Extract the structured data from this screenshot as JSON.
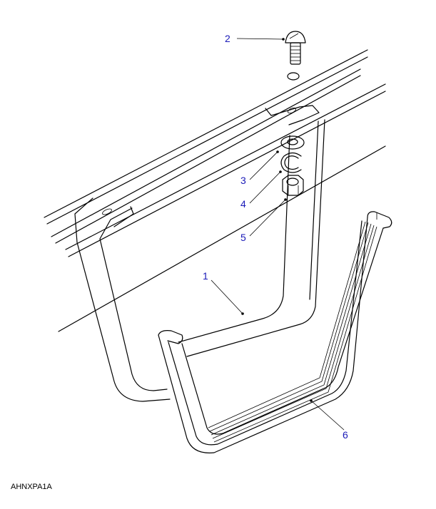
{
  "diagram": {
    "reference_code": "AHNXPA1A",
    "callouts": [
      {
        "id": "1",
        "label": "1"
      },
      {
        "id": "2",
        "label": "2"
      },
      {
        "id": "3",
        "label": "3"
      },
      {
        "id": "4",
        "label": "4"
      },
      {
        "id": "5",
        "label": "5"
      },
      {
        "id": "6",
        "label": "6"
      }
    ],
    "callout_color": "#1a1ab8"
  }
}
